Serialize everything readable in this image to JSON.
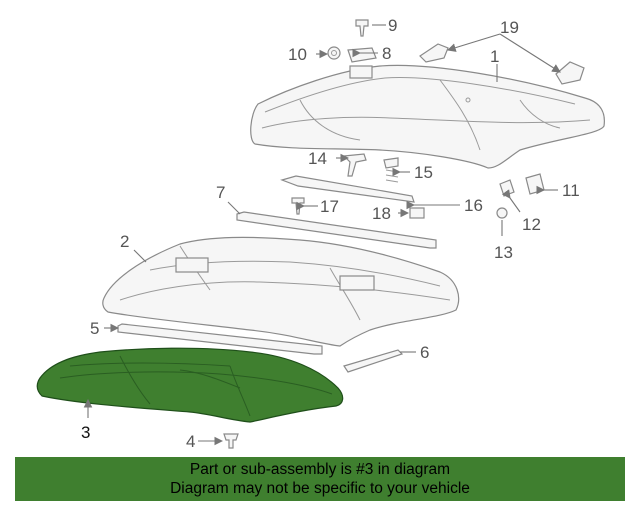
{
  "callouts": {
    "c1": "1",
    "c2": "2",
    "c3": "3",
    "c4": "4",
    "c5": "5",
    "c6": "6",
    "c7": "7",
    "c8": "8",
    "c9": "9",
    "c10": "10",
    "c11": "11",
    "c12": "12",
    "c13": "13",
    "c14": "14",
    "c15": "15",
    "c16": "16",
    "c17": "17",
    "c18": "18",
    "c19": "19"
  },
  "highlight_color": "#3f7f2f",
  "footer": {
    "line1": "Part or sub-assembly is #3 in diagram",
    "line2": "Diagram may not be specific to your vehicle"
  }
}
